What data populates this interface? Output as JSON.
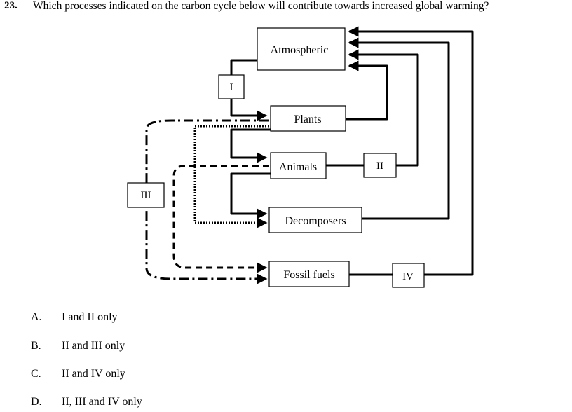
{
  "question": {
    "number": "23.",
    "text": "Which processes indicated on the carbon cycle below will contribute towards increased global warming?"
  },
  "diagram": {
    "nodes": {
      "atmospheric": "Atmospheric",
      "plants": "Plants",
      "animals": "Animals",
      "decomposers": "Decomposers",
      "fossil_fuels": "Fossil fuels"
    },
    "processes": {
      "i": "I",
      "ii": "II",
      "iii": "III",
      "iv": "IV"
    }
  },
  "options": [
    {
      "letter": "A.",
      "text": "I and II only"
    },
    {
      "letter": "B.",
      "text": "II and III only"
    },
    {
      "letter": "C.",
      "text": "II and IV only"
    },
    {
      "letter": "D.",
      "text": "II, III and IV only"
    }
  ]
}
